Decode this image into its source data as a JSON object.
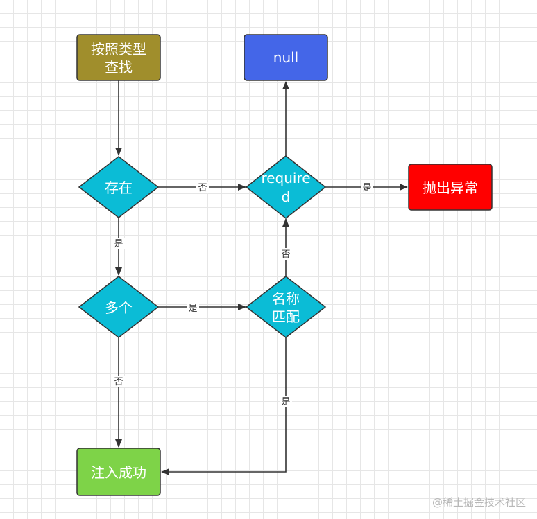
{
  "nodes": {
    "lookup_by_type": {
      "line1": "按照类型",
      "line2": "查找",
      "fill": "#A08E2C"
    },
    "null_result": {
      "label": "null",
      "fill": "#4466E8"
    },
    "exists": {
      "label": "存在",
      "fill": "#0BBCD6"
    },
    "required": {
      "line1": "require",
      "line2": "d",
      "fill": "#0BBCD6"
    },
    "throw_exception": {
      "label": "抛出异常",
      "fill": "#FF0000"
    },
    "multiple": {
      "label": "多个",
      "fill": "#0BBCD6"
    },
    "name_match": {
      "line1": "名称",
      "line2": "匹配",
      "fill": "#0BBCD6"
    },
    "inject_success": {
      "label": "注入成功",
      "fill": "#7ED348"
    }
  },
  "edges": {
    "exists_to_required": "否",
    "required_to_throw": "是",
    "exists_to_multiple": "是",
    "multiple_to_name_match": "是",
    "name_match_to_required": "否",
    "multiple_to_inject": "否",
    "name_match_to_inject": "是"
  },
  "watermark": "@稀土掘金技术社区"
}
